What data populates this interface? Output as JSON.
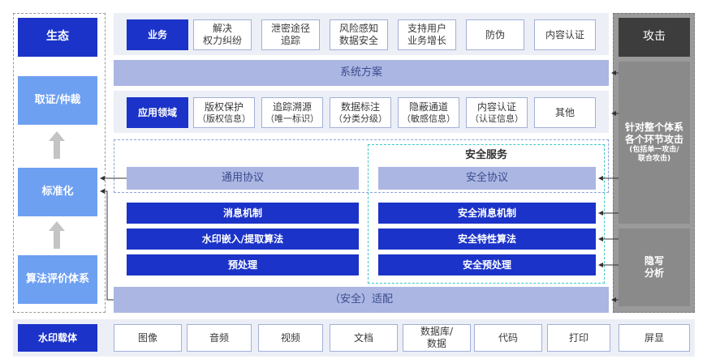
{
  "left_column": {
    "ecology": "生态",
    "forensics": "取证/仲裁",
    "standardization": "标准化",
    "algorithm_eval": "算法评价体系"
  },
  "business": {
    "label": "业务",
    "items": [
      {
        "line1": "解决",
        "line2": "权力纠纷"
      },
      {
        "line1": "泄密途径",
        "line2": "追踪"
      },
      {
        "line1": "风险感知",
        "line2": "数据安全"
      },
      {
        "line1": "支持用户",
        "line2": "业务增长"
      },
      {
        "line1": "防伪",
        "line2": ""
      },
      {
        "line1": "内容认证",
        "line2": ""
      }
    ]
  },
  "system_solution": "系统方案",
  "application": {
    "label": "应用领域",
    "items": [
      {
        "line1": "版权保护",
        "line2": "（版权信息）"
      },
      {
        "line1": "追踪溯源",
        "line2": "（唯一标识）"
      },
      {
        "line1": "数据标注",
        "line2": "（分类分级）"
      },
      {
        "line1": "隐蔽通道",
        "line2": "（敏感信息）"
      },
      {
        "line1": "内容认证",
        "line2": "（认证信息）"
      },
      {
        "line1": "其他",
        "line2": ""
      }
    ]
  },
  "security_service": "安全服务",
  "general_protocol": "通用协议",
  "security_protocol": "安全协议",
  "general_stack": [
    "消息机制",
    "水印嵌入/提取算法",
    "预处理"
  ],
  "security_stack": [
    "安全消息机制",
    "安全特性算法",
    "安全预处理"
  ],
  "adaptation": "（安全）适配",
  "right_column": {
    "attack": "攻击",
    "whole_attack_line1": "针对整个体系",
    "whole_attack_line2": "各个环节攻击",
    "whole_attack_note1": "(包括单一攻击/",
    "whole_attack_note2": "联合攻击)",
    "stego_line1": "隐写",
    "stego_line2": "分析"
  },
  "carrier": {
    "label": "水印载体",
    "items": [
      {
        "line1": "图像",
        "line2": ""
      },
      {
        "line1": "音频",
        "line2": ""
      },
      {
        "line1": "视频",
        "line2": ""
      },
      {
        "line1": "文档",
        "line2": ""
      },
      {
        "line1": "数据库/",
        "line2": "数据"
      },
      {
        "line1": "代码",
        "line2": ""
      },
      {
        "line1": "打印",
        "line2": ""
      },
      {
        "line1": "屏显",
        "line2": ""
      }
    ]
  }
}
